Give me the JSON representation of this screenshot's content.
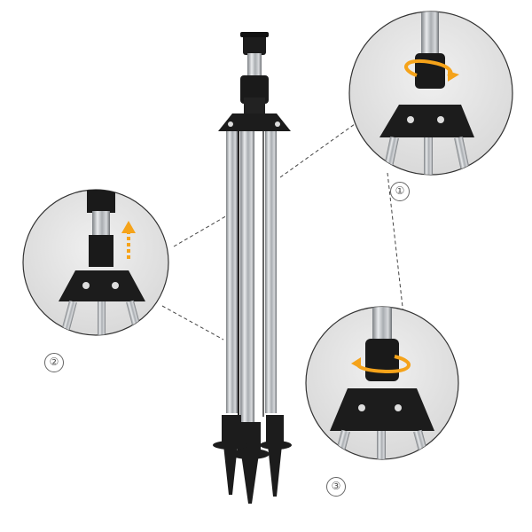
{
  "product": {
    "description": "Telescopic tripod sprinkler stand with three detail callouts",
    "colors": {
      "background": "#ffffff",
      "steel": "#b8bcc0",
      "plastic": "#1c1c1c",
      "arrow": "#f5a31a",
      "callout_bg": "#e6e6e6",
      "leader_line": "#444444"
    }
  },
  "callouts": [
    {
      "number": "①",
      "step": "rotate-clockwise-to-lock",
      "icon": "rotate-arrow-icon"
    },
    {
      "number": "②",
      "step": "pull-up-to-extend",
      "icon": "up-arrow-icon"
    },
    {
      "number": "③",
      "step": "rotate-counterclockwise-to-loosen",
      "icon": "rotate-arrow-icon"
    }
  ]
}
